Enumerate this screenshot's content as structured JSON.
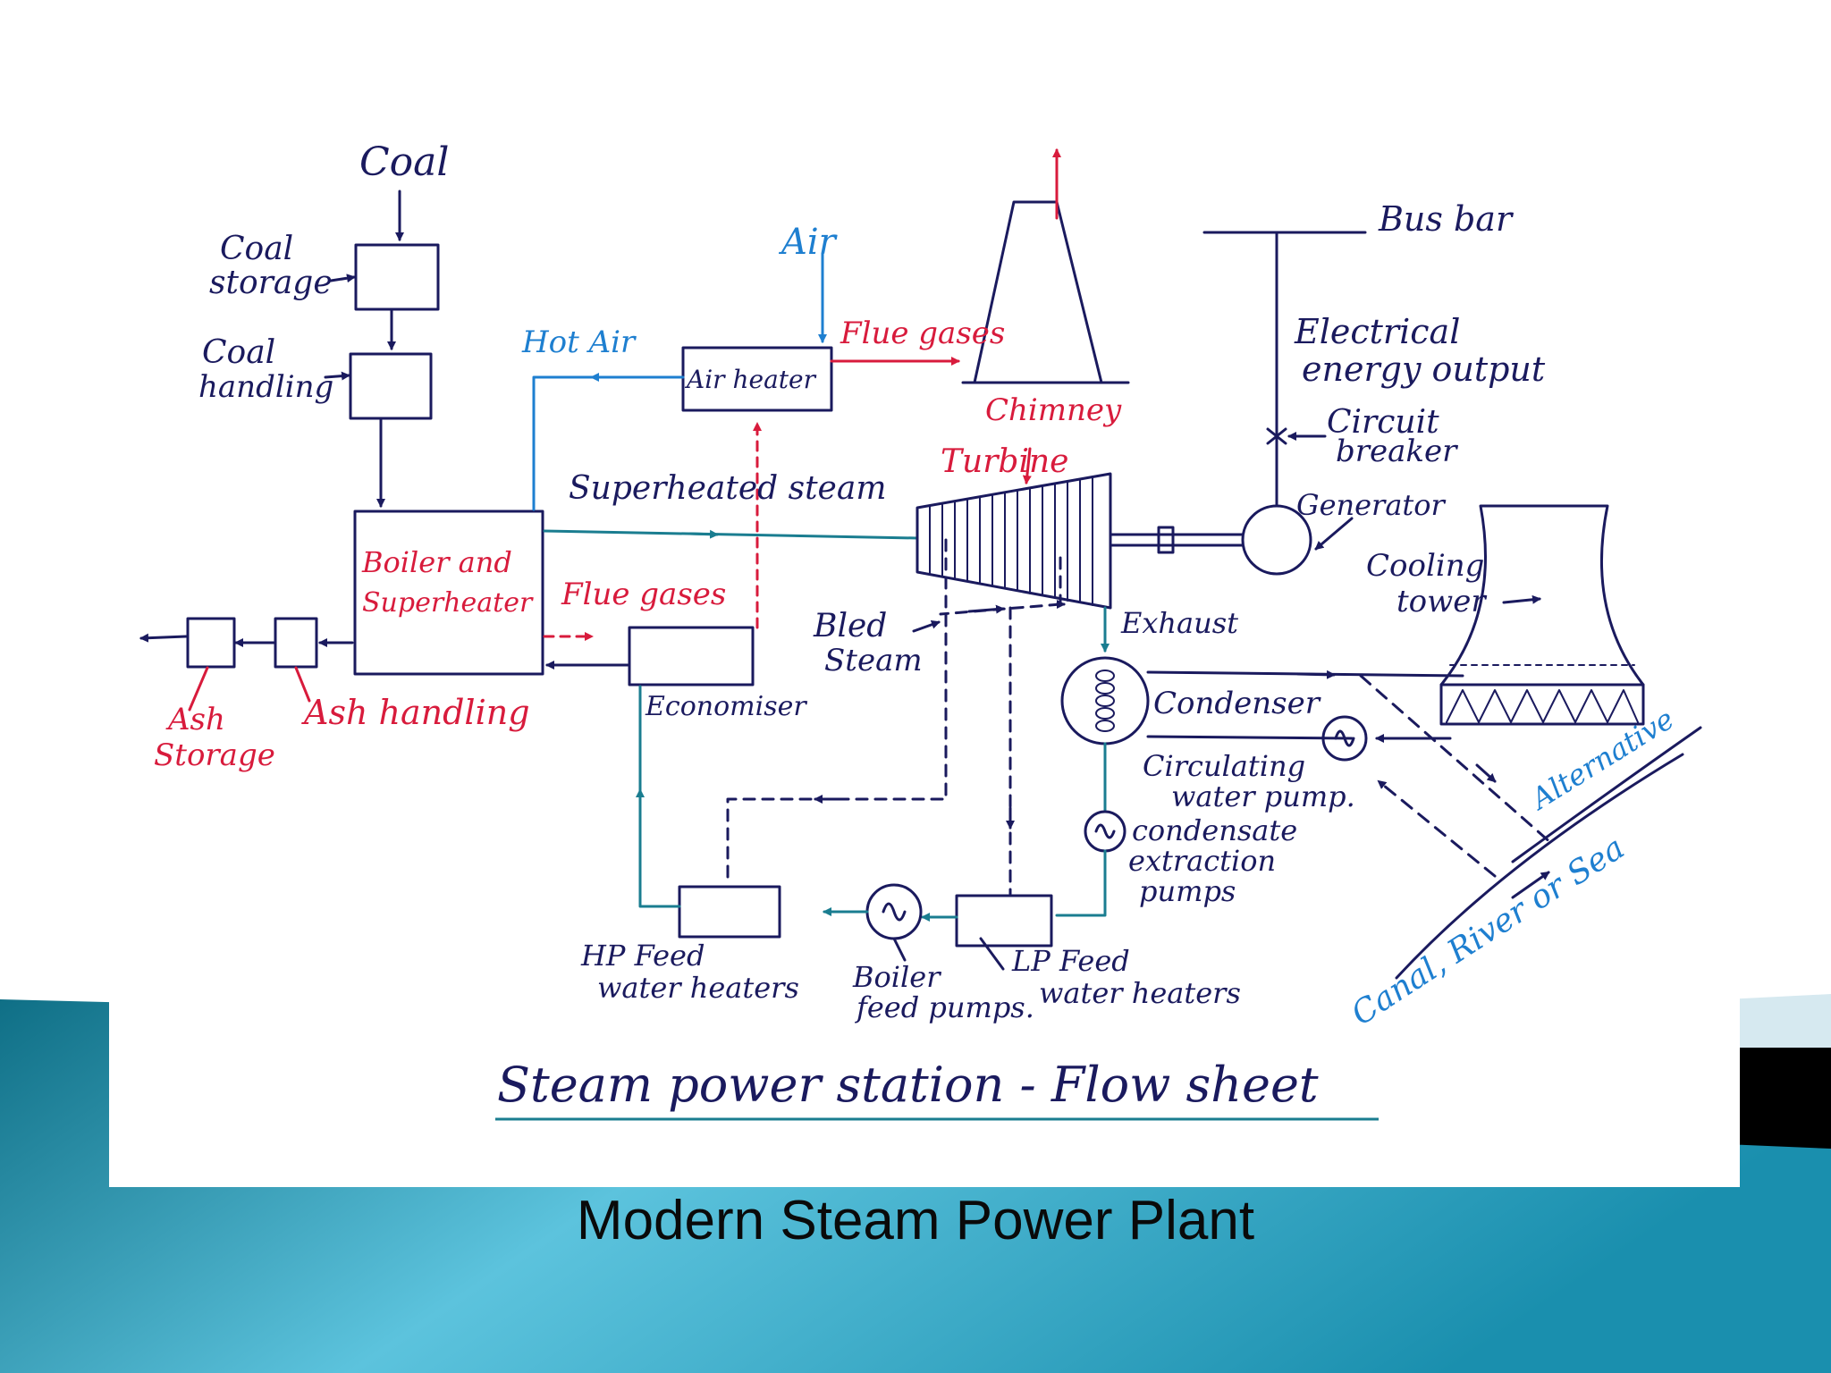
{
  "colors": {
    "ink": "#1a1a5e",
    "red": "#d81b3c",
    "blue": "#1e7fd0",
    "teal": "#1a7d90",
    "slide_bg_dark": "#0f6f86",
    "slide_bg_light": "#5cc3dd"
  },
  "diagram": {
    "title": "Steam power station - Flow sheet",
    "labels": {
      "coal": "Coal",
      "coal_storage_1": "Coal",
      "coal_storage_2": "storage",
      "coal_handling_1": "Coal",
      "coal_handling_2": "handling",
      "boiler_1": "Boiler and",
      "boiler_2": "Superheater",
      "ash_storage_1": "Ash",
      "ash_storage_2": "Storage",
      "ash_handling": "Ash handling",
      "hot_air": "Hot Air",
      "air": "Air",
      "air_heater": "Air heater",
      "flue_gases_top": "Flue gases",
      "chimney": "Chimney",
      "superheated_steam": "Superheated steam",
      "turbine": "Turbine",
      "flue_gases_mid": "Flue gases",
      "economiser": "Economiser",
      "bled_steam_1": "Bled",
      "bled_steam_2": "Steam",
      "exhaust": "Exhaust",
      "bus_bar": "Bus bar",
      "electrical_1": "Electrical",
      "electrical_2": "energy output",
      "circuit_breaker_1": "Circuit",
      "circuit_breaker_2": "breaker",
      "generator": "Generator",
      "cooling_tower_1": "Cooling",
      "cooling_tower_2": "tower",
      "condenser": "Condenser",
      "circ_pump_1": "Circulating",
      "circ_pump_2": "water pump.",
      "condensate_1": "condensate",
      "condensate_2": "extraction",
      "condensate_3": "pumps",
      "alternative": "Alternative",
      "canal": "Canal, River or Sea",
      "hp_feed_1": "HP Feed",
      "hp_feed_2": "water heaters",
      "boiler_feed_1": "Boiler",
      "boiler_feed_2": "feed pumps.",
      "lp_feed_1": "LP Feed",
      "lp_feed_2": "water heaters"
    }
  },
  "caption": "Modern Steam Power Plant"
}
